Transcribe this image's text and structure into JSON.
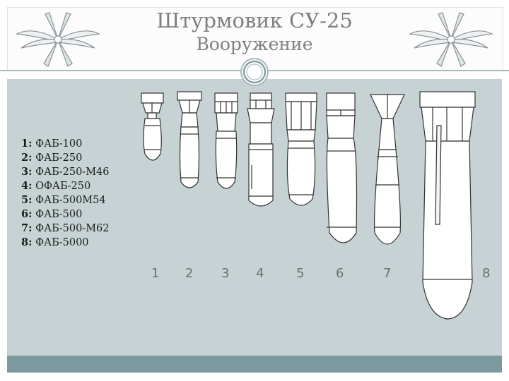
{
  "slide": {
    "title_line1": "Штурмовик СУ-25",
    "title_line2": "Вооружение"
  },
  "legend": [
    {
      "num": "1:",
      "name": "ФАБ-100"
    },
    {
      "num": "2:",
      "name": "ФАБ-250"
    },
    {
      "num": "3:",
      "name": "ФАБ-250-М46"
    },
    {
      "num": "4:",
      "name": "ОФАБ-250"
    },
    {
      "num": "5:",
      "name": "ФАБ-500М54"
    },
    {
      "num": "6:",
      "name": "ФАБ-500"
    },
    {
      "num": "7:",
      "name": "ФАБ-500-М62"
    },
    {
      "num": "8:",
      "name": "ФАБ-5000"
    }
  ],
  "bomb_numbers": [
    "1",
    "2",
    "3",
    "4",
    "5",
    "6",
    "7",
    "8"
  ],
  "icons": {
    "emblem": "air-force-propeller-wings-icon",
    "ring": "ring-ornament-icon"
  },
  "colors": {
    "panel": "#c6d2d4",
    "bottom_bar": "#7c9a9e",
    "title": "#7f7f7f",
    "bomb_fill": "#ffffff",
    "bomb_stroke": "#333333"
  }
}
